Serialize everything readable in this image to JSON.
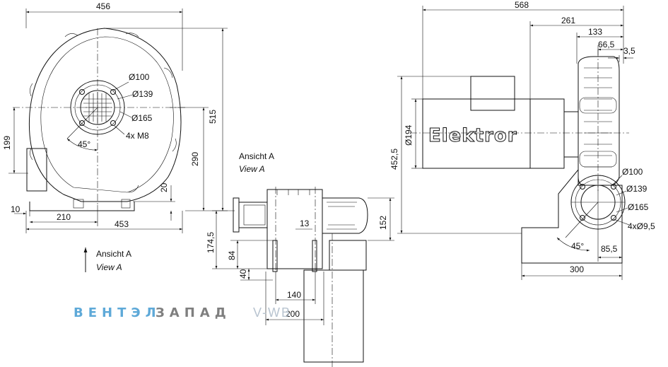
{
  "front_view": {
    "dim_width_top": "456",
    "dim_height": "515",
    "dim_199": "199",
    "dim_290": "290",
    "dim_20": "20",
    "dim_10": "10",
    "dim_210": "210",
    "dim_453": "453",
    "dim_d100": "Ø100",
    "dim_d139": "Ø139",
    "dim_d165": "Ø165",
    "bolt_note": "4x M8",
    "angle": "45°"
  },
  "view_a_arrow": {
    "label_de": "Ansicht A",
    "label_en": "View A"
  },
  "side_view": {
    "label_de": "Ansicht A",
    "label_en": "View A",
    "dim_174_5": "174,5",
    "dim_84": "84",
    "dim_40": "40",
    "dim_13": "13",
    "dim_152": "152",
    "dim_140": "140",
    "dim_200": "200"
  },
  "right_view": {
    "dim_568": "568",
    "dim_261": "261",
    "dim_133": "133",
    "dim_66_5": "66,5",
    "dim_3_5": "3,5",
    "dim_452_5": "452,5",
    "dim_d194": "Ø194",
    "dim_d100": "Ø100",
    "dim_d139": "Ø139",
    "dim_d165": "Ø165",
    "hole_note": "4xØ9,5",
    "angle": "45°",
    "dim_85_5": "85,5",
    "dim_300": "300",
    "brand": "Elektror"
  },
  "watermark": {
    "part1": "ВЕНТЭЛ",
    "part2": "ЗАПАД",
    "part3": "V-WB",
    "color1": "#5ea9d8",
    "color2": "#7f7f7f",
    "color3": "#b8c4d0"
  }
}
